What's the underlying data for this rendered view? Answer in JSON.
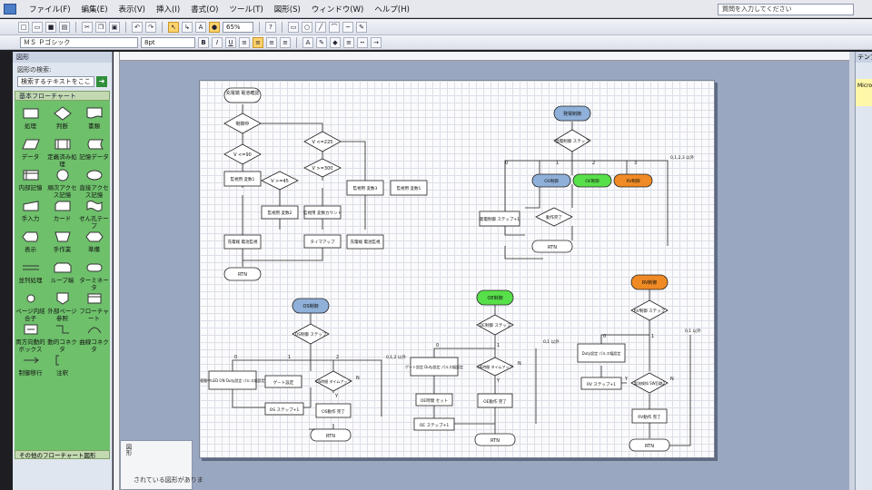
{
  "menubar": {
    "items": [
      "ファイル(F)",
      "編集(E)",
      "表示(V)",
      "挿入(I)",
      "書式(O)",
      "ツール(T)",
      "図形(S)",
      "ウィンドウ(W)",
      "ヘルプ(H)"
    ],
    "help_placeholder": "質問を入力してください"
  },
  "toolbar": {
    "font": "ＭＳ Ｐゴシック",
    "font_size": "8pt",
    "zoom": "65%"
  },
  "stencil": {
    "title": "図形",
    "search_label": "図形の検索:",
    "search_placeholder": "検索するテキストをここ",
    "section": "基本フローチャート",
    "shapes": [
      "処理",
      "判断",
      "書類",
      "データ",
      "定義済み処理",
      "記憶データ",
      "内部記憶",
      "順次アクセス記憶",
      "直接アクセス記憶",
      "手入力",
      "カード",
      "せん孔テープ",
      "表示",
      "手作業",
      "準備",
      "並列処理",
      "ループ端",
      "ターミネータ",
      "ページ内結合子",
      "外部ページ参照",
      "フローチャート",
      "両方向動的ボックス",
      "動的コネクタ",
      "曲線コネクタ",
      "制御移行",
      "注釈"
    ],
    "footer": "その他のフローチャート図形"
  },
  "status": {
    "vertical_label": "図形",
    "message": "されている図形がありま"
  },
  "taskpane": {
    "title": "テンプ",
    "note": "Micro ません"
  },
  "colors": {
    "bg": "#6ec06b",
    "blue_term": "#8fb0d8",
    "green_term": "#58e04a",
    "orange_term": "#f08a24"
  },
  "diagram": {
    "flow1": {
      "start": "充電端 電池確認",
      "d1": "制御中",
      "d2": "V <=90",
      "d3": "V <=225",
      "d4": "V >=300",
      "d5": "V >=45",
      "p1": "監視用 変数1",
      "p2": "監視用 変数2",
      "p3": "監視用 変数3",
      "p4": "監視用 変数1",
      "p5": "監視用 変数カウント",
      "end1": "充電端 電池監視",
      "t1": "タイマアップ",
      "end2": "充電端 電池監視",
      "rtn": "RTN"
    },
    "flow2": {
      "start": "発電制御",
      "d1": "発電制御 ステップ",
      "os": "OS制御",
      "oe": "OE制御",
      "rv": "RV制御",
      "lbl0": "0",
      "lbl1": "1",
      "lbl2": "2",
      "lbl3": "3",
      "lbl4": "0,1,2,3 以外",
      "p1": "発電制御 ステップ+1",
      "d2": "動作完了",
      "rtn": "RTN"
    },
    "flow3": {
      "start": "OS制御",
      "d1": "OS制御 ステップ",
      "p1": "駆動中LED ON Duty設定 パルス幅設定",
      "p2": "ゲート設定",
      "d2": "OS時間 タイムアップ",
      "p3": "OS ステップ+1",
      "d3": "OS動作 完了",
      "rtn": "RTN",
      "lbl0": "0",
      "lbl1": "1",
      "lbl2": "2",
      "lbl3": "0,1,2 以外",
      "y": "Y",
      "n": "N"
    },
    "flow4": {
      "start": "OE制御",
      "d1": "OE制御 ステップ",
      "p1": "ゲート設定 Duty設定 パルス幅設定",
      "d2": "OE時間 タイムアップ",
      "p2": "OE時間 セット",
      "p3": "OE ステップ+1",
      "d3": "OE動作 完了",
      "rtn": "RTN",
      "lbl0": "0",
      "lbl1": "1",
      "lbl3": "0,1 以外",
      "y": "Y",
      "n": "N"
    },
    "flow5": {
      "start": "RV制御",
      "d1": "RV制御 ステップ",
      "p1": "Duty設定 パルス幅設定",
      "p2": "RV ステップ+1",
      "d2": "電流検知 SW回路2",
      "p3": "RV動作 完了",
      "rtn": "RTN",
      "lbl0": "0",
      "lbl1": "1",
      "lbl3": "0,1 以外",
      "y": "Y",
      "n": "N"
    }
  }
}
